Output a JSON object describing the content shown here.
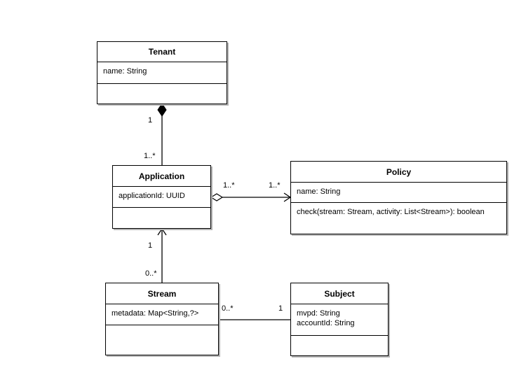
{
  "classes": {
    "tenant": {
      "name": "Tenant",
      "attributes": [
        "name: String"
      ],
      "operations": []
    },
    "application": {
      "name": "Application",
      "attributes": [
        "applicationId: UUID"
      ],
      "operations": []
    },
    "policy": {
      "name": "Policy",
      "attributes": [
        "name: String"
      ],
      "operations": [
        "check(stream: Stream, activity: List<Stream>): boolean"
      ]
    },
    "stream": {
      "name": "Stream",
      "attributes": [
        "metadata: Map<String,?>"
      ],
      "operations": []
    },
    "subject": {
      "name": "Subject",
      "attributes": [
        "mvpd: String",
        "accountId: String"
      ],
      "operations": []
    }
  },
  "associations": {
    "tenant_application": {
      "kind": "composition",
      "source_mult": "1",
      "target_mult": "1..*"
    },
    "application_policy": {
      "kind": "aggregation",
      "source_mult": "1..*",
      "target_mult": "1..*"
    },
    "stream_application": {
      "kind": "navigable",
      "source_mult": "0..*",
      "target_mult": "1"
    },
    "stream_subject": {
      "kind": "association",
      "source_mult": "0..*",
      "target_mult": "1"
    }
  }
}
